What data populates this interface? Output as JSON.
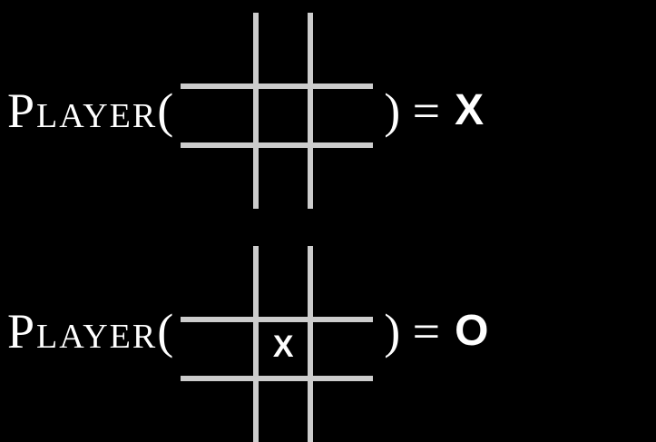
{
  "colors": {
    "background": "#000000",
    "grid_line": "#cccccc",
    "text": "#ffffff"
  },
  "rows": [
    {
      "function_label": "Player(",
      "close_label": ") =",
      "result": "X",
      "board": [
        "",
        "",
        "",
        "",
        "",
        "",
        "",
        "",
        ""
      ]
    },
    {
      "function_label": "Player(",
      "close_label": ") =",
      "result": "O",
      "board": [
        "",
        "",
        "",
        "",
        "X",
        "",
        "",
        "",
        ""
      ]
    }
  ]
}
